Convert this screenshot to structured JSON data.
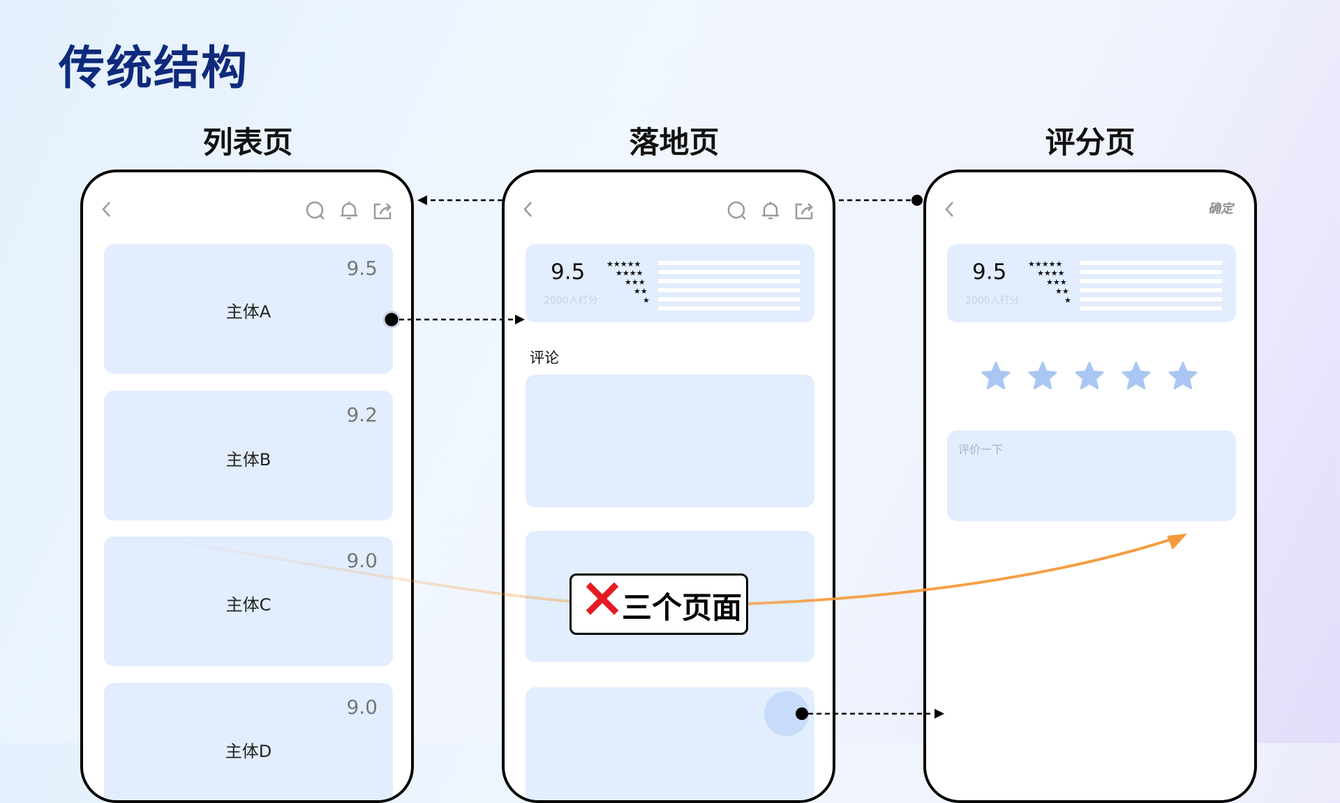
{
  "title": "传统结构",
  "phones": {
    "list": {
      "label": "列表页",
      "cards": [
        {
          "name": "主体A",
          "score": "9.5"
        },
        {
          "name": "主体B",
          "score": "9.2"
        },
        {
          "name": "主体C",
          "score": "9.0"
        },
        {
          "name": "主体D",
          "score": "9.0"
        }
      ]
    },
    "landing": {
      "label": "落地页",
      "score": "9.5",
      "rating_count": "2000人打分",
      "section_label": "评论"
    },
    "rating": {
      "label": "评分页",
      "confirm": "确定",
      "score": "9.5",
      "rating_count": "2000人打分",
      "comment_placeholder": "评价一下"
    }
  },
  "callout": "三个页面",
  "colors": {
    "title": "#0f2a7c",
    "card": "#e2edfd",
    "star": "#a9c7f2",
    "accent_arrow": "#f59a3c",
    "cross": "#e51b24"
  }
}
